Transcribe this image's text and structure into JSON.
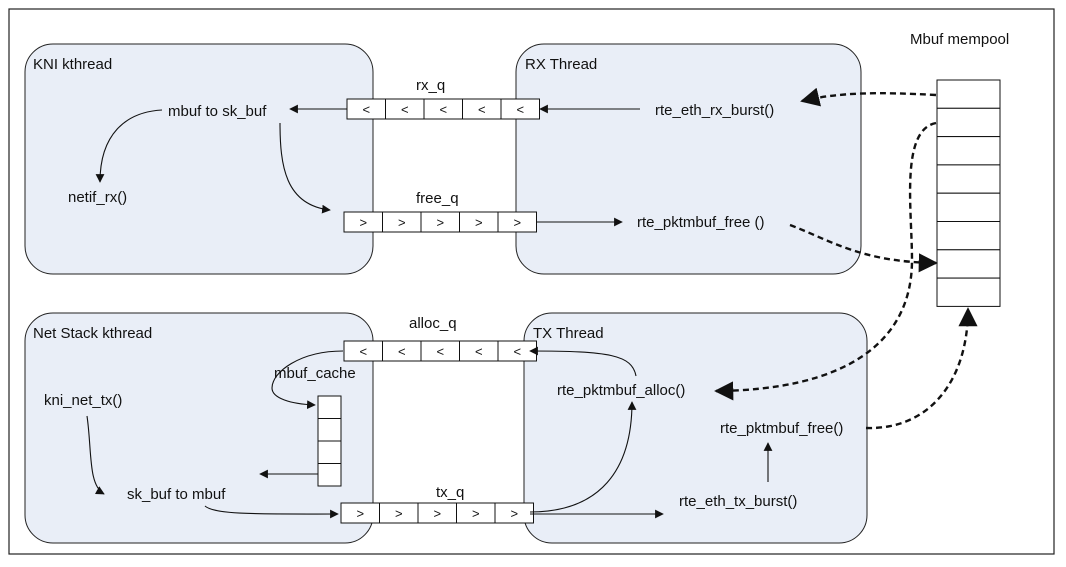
{
  "panels": {
    "kni_kthread": "KNI kthread",
    "rx_thread": "RX Thread",
    "net_stack_kthread": "Net Stack kthread",
    "tx_thread": "TX Thread"
  },
  "mempool": {
    "title": "Mbuf mempool"
  },
  "queues": {
    "rx_q": {
      "label": "rx_q",
      "symbol": "<"
    },
    "free_q": {
      "label": "free_q",
      "symbol": ">"
    },
    "alloc_q": {
      "label": "alloc_q",
      "symbol": "<"
    },
    "tx_q": {
      "label": "tx_q",
      "symbol": ">"
    }
  },
  "functions": {
    "mbuf_to_skbuf": "mbuf to sk_buf",
    "netif_rx": "netif_rx()",
    "rte_eth_rx_burst": "rte_eth_rx_burst()",
    "rte_pktmbuf_free_rx": "rte_pktmbuf_free ()",
    "mbuf_cache": "mbuf_cache",
    "kni_net_tx": "kni_net_tx()",
    "skbuf_to_mbuf": "sk_buf to mbuf",
    "rte_pktmbuf_alloc": "rte_pktmbuf_alloc()",
    "rte_pktmbuf_free_tx": "rte_pktmbuf_free()",
    "rte_eth_tx_burst": "rte_eth_tx_burst()"
  },
  "colors": {
    "panel_fill": "#e9eef7",
    "stroke": "#111111"
  }
}
